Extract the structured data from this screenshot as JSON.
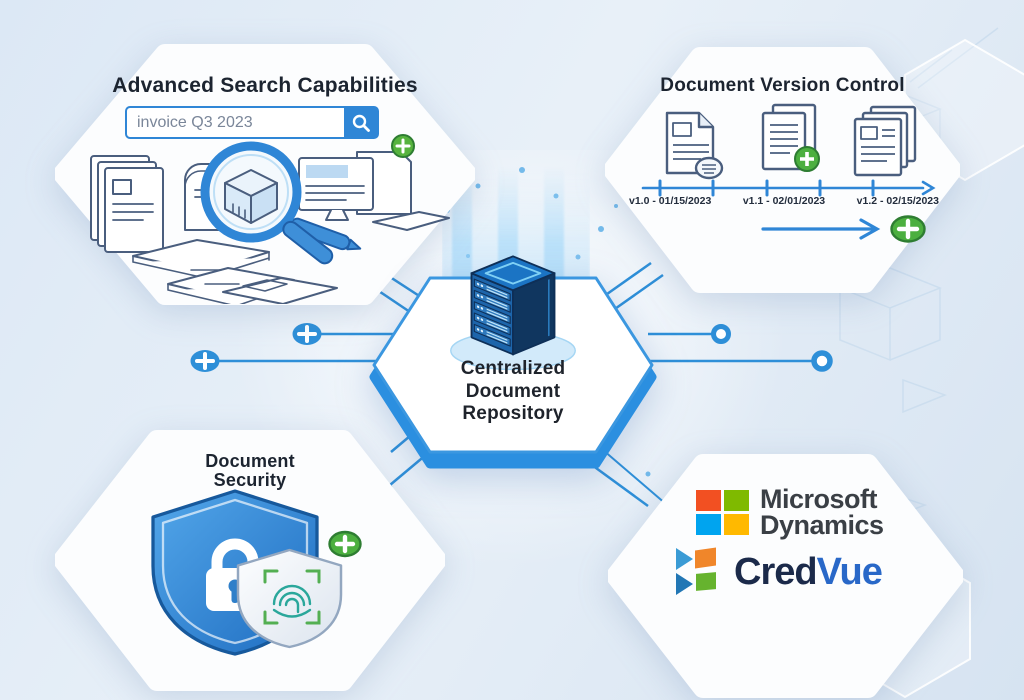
{
  "center": {
    "label_line1": "Centralized",
    "label_line2": "Document",
    "label_line3": "Repository"
  },
  "search_panel": {
    "title": "Advanced Search Capabilities",
    "search_value": "invoice Q3 2023"
  },
  "version_panel": {
    "title": "Document Version Control",
    "versions": [
      "v1.0 - 01/15/2023",
      "v1.1 - 02/01/2023",
      "v1.2 - 02/15/2023"
    ]
  },
  "security_panel": {
    "title_line1": "Document",
    "title_line2": "Security"
  },
  "partners_panel": {
    "microsoft_word1": "Microsoft",
    "microsoft_word2": "Dynamics",
    "credvue_part1": "Cred",
    "credvue_part2": "Vue"
  },
  "colors": {
    "accent_blue": "#2E8FD8",
    "connector_blue": "#2E8FD8",
    "panel_white": "#FCFDFE",
    "background_blue": "#DDE9F5",
    "green_badge": "#4CAF3F",
    "green_badge_border": "#2E7D32",
    "server_dark": "#10365F",
    "server_mid": "#1D65AB",
    "server_top": "#1B74C4",
    "shield_blue": "#2F7FC9",
    "fingerprint_teal": "#2AA79B",
    "microsoft_red": "#F25022",
    "microsoft_green": "#7FBA00",
    "microsoft_blue": "#00A4EF",
    "microsoft_yellow": "#FFB900",
    "credvue_navy": "#1B2A4A",
    "credvue_blue": "#2968C8",
    "credvue_orange": "#F0862A",
    "credvue_green": "#66B32E",
    "credvue_teal": "#3A9BD5",
    "credvue_teal_dark": "#2277B5",
    "search_text_gray": "#7A8699"
  }
}
